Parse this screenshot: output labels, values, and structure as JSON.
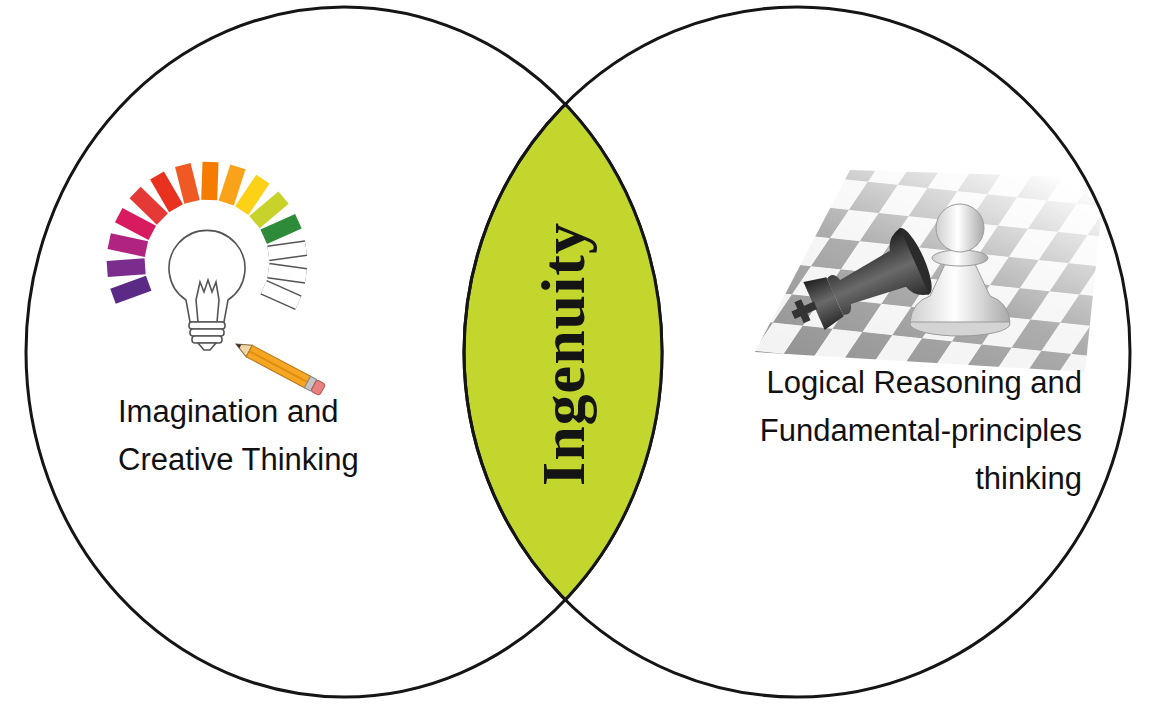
{
  "diagram": {
    "nodes": [
      {
        "text": [
          "Imagination and Creative Thinking"
        ]
      },
      {
        "text": [
          "Ingenuity"
        ]
      },
      {
        "text": [
          "Logical Reasoning and Fundamental-principles thinking"
        ]
      }
    ]
  }
}
